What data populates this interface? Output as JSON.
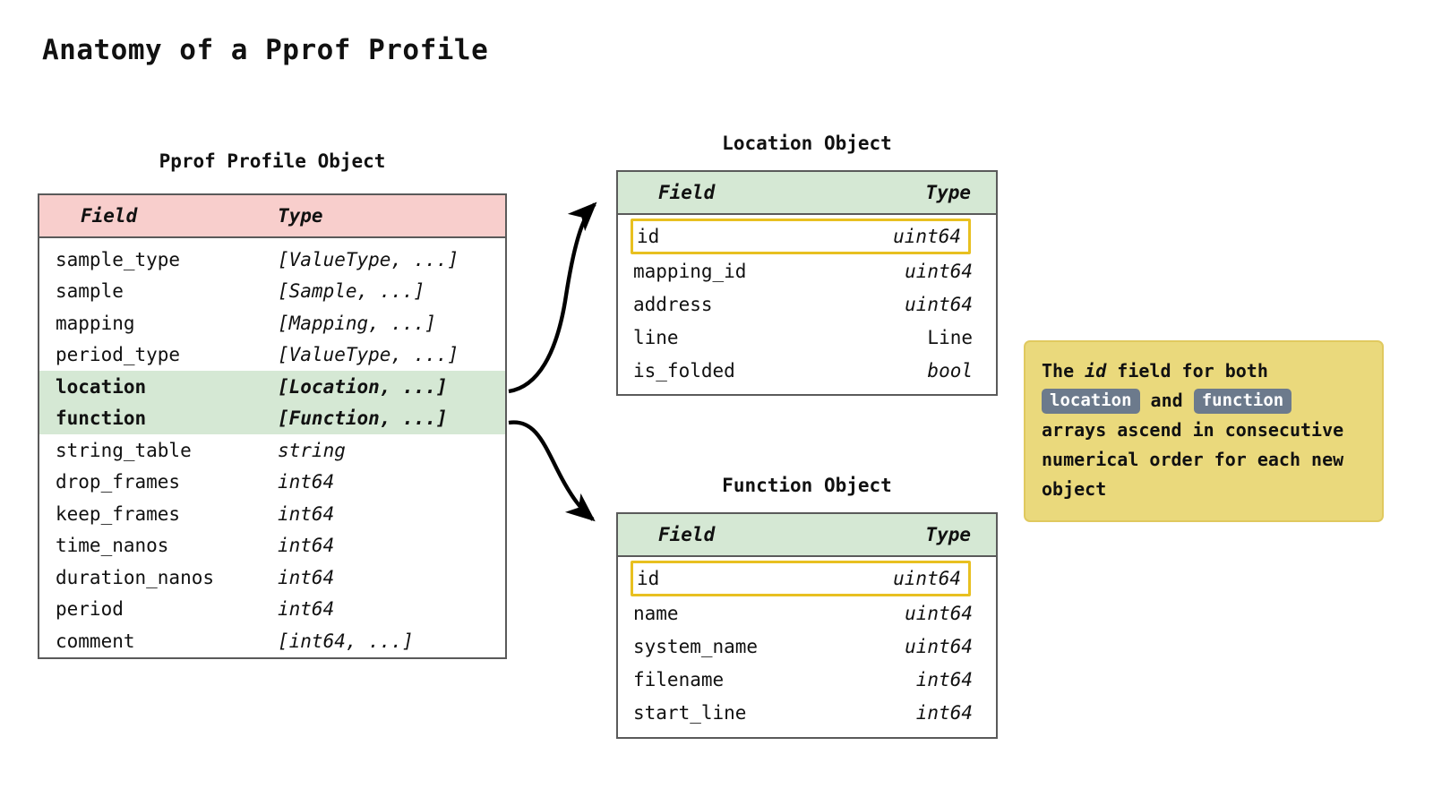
{
  "page": {
    "title": "Anatomy of a Pprof Profile"
  },
  "profile_table": {
    "title": "Pprof Profile Object",
    "header_color": "#f8cecc",
    "highlight_color": "#d5e8d4",
    "columns": [
      "Field",
      "Type"
    ],
    "rows": [
      {
        "field": "sample_type",
        "type": "[ValueType, ...]",
        "highlight": false
      },
      {
        "field": "sample",
        "type": "[Sample, ...]",
        "highlight": false
      },
      {
        "field": "mapping",
        "type": "[Mapping, ...]",
        "highlight": false
      },
      {
        "field": "period_type",
        "type": "[ValueType, ...]",
        "highlight": false
      },
      {
        "field": "location",
        "type": "[Location, ...]",
        "highlight": true
      },
      {
        "field": "function",
        "type": "[Function, ...]",
        "highlight": true
      },
      {
        "field": "string_table",
        "type": "string",
        "highlight": false
      },
      {
        "field": "drop_frames",
        "type": "int64",
        "highlight": false
      },
      {
        "field": "keep_frames",
        "type": "int64",
        "highlight": false
      },
      {
        "field": "time_nanos",
        "type": "int64",
        "highlight": false
      },
      {
        "field": "duration_nanos",
        "type": "int64",
        "highlight": false
      },
      {
        "field": "period",
        "type": "int64",
        "highlight": false
      },
      {
        "field": "comment",
        "type": "[int64, ...]",
        "highlight": false
      }
    ]
  },
  "location_table": {
    "title": "Location Object",
    "header_color": "#d5e8d4",
    "boxed_color": "#e8c020",
    "columns": [
      "Field",
      "Type"
    ],
    "rows": [
      {
        "field": "id",
        "type": "uint64",
        "boxed": true
      },
      {
        "field": "mapping_id",
        "type": "uint64",
        "boxed": false
      },
      {
        "field": "address",
        "type": "uint64",
        "boxed": false
      },
      {
        "field": "line",
        "type": "Line",
        "boxed": false
      },
      {
        "field": "is_folded",
        "type": "bool",
        "boxed": false
      }
    ]
  },
  "function_table": {
    "title": "Function Object",
    "header_color": "#d5e8d4",
    "boxed_color": "#e8c020",
    "columns": [
      "Field",
      "Type"
    ],
    "rows": [
      {
        "field": "id",
        "type": "uint64",
        "boxed": true
      },
      {
        "field": "name",
        "type": "uint64",
        "boxed": false
      },
      {
        "field": "system_name",
        "type": "uint64",
        "boxed": false
      },
      {
        "field": "filename",
        "type": "int64",
        "boxed": false
      },
      {
        "field": "start_line",
        "type": "int64",
        "boxed": false
      }
    ]
  },
  "note": {
    "background_color": "#ead97c",
    "chip_color": "#6c7a8c",
    "part1": "The ",
    "em1": "id",
    "part2": " field for both",
    "chip1": "location",
    "part3": " and ",
    "chip2": "function",
    "part4": "arrays ascend in consecutive numerical order for each new object"
  }
}
